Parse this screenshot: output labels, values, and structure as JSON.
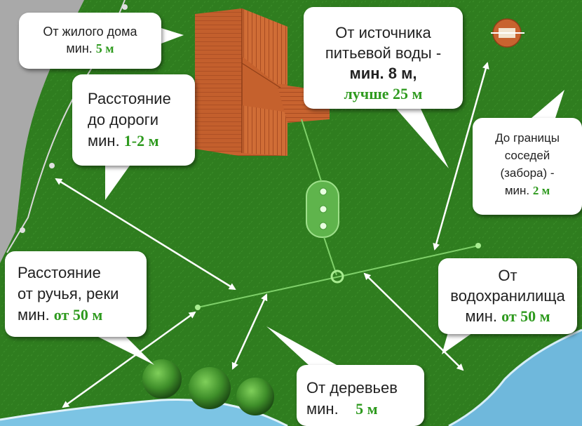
{
  "callouts": {
    "house": {
      "line1": "От жилого дома",
      "line2_prefix": "мин. ",
      "value": "5 м"
    },
    "road": {
      "line1": "Расстояние",
      "line2": "до дороги",
      "line3_prefix": "мин. ",
      "value": "1-2 м"
    },
    "water": {
      "line1": "От источника",
      "line2": "питьевой воды -",
      "line3": "мин. 8 м,",
      "line4": "лучше 25 м"
    },
    "fence": {
      "line1": "До границы",
      "line2": "соседей",
      "line3": "(забора) -",
      "line4_prefix": "мин. ",
      "value": "2 м"
    },
    "stream": {
      "line1": "Расстояние",
      "line2": "от ручья, реки",
      "line3_prefix": "мин. ",
      "value": "от 50 м"
    },
    "reservoir": {
      "line1": "От",
      "line2": "водохранилища",
      "line3_prefix": "мин. ",
      "value": "от 50 м"
    },
    "trees": {
      "line1": "От деревьев",
      "line2_prefix": "мин. ",
      "value": "5 м"
    }
  },
  "colors": {
    "grass": "#2f7d1f",
    "road": "#a9a9a9",
    "roof": "#c8632f",
    "water": "#6fb8dc",
    "value_text": "#2e9a1e",
    "pipe": "#7fd06a"
  }
}
